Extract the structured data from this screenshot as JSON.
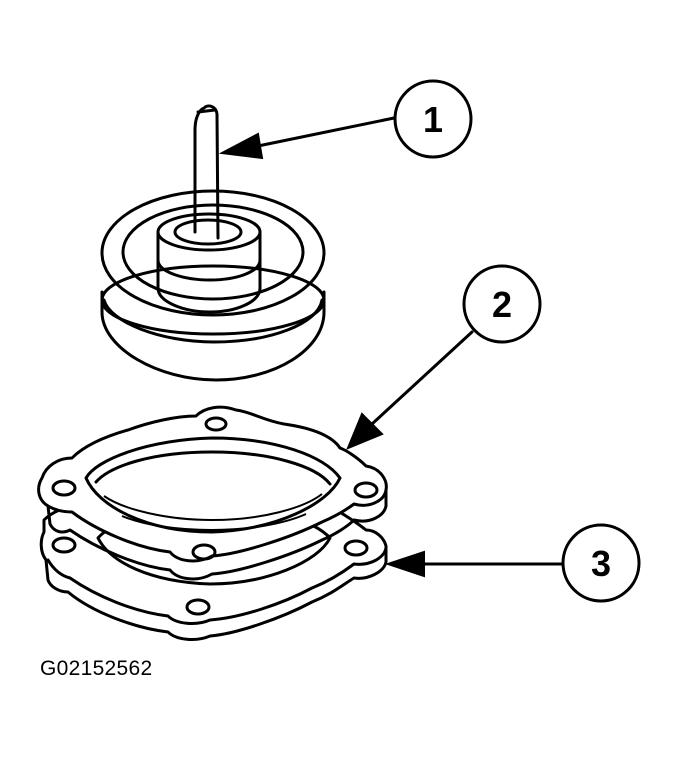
{
  "callouts": [
    {
      "label": "1"
    },
    {
      "label": "2"
    },
    {
      "label": "3"
    }
  ],
  "figure_id": "G02152562",
  "colors": {
    "line": "#000000",
    "background": "#ffffff"
  }
}
